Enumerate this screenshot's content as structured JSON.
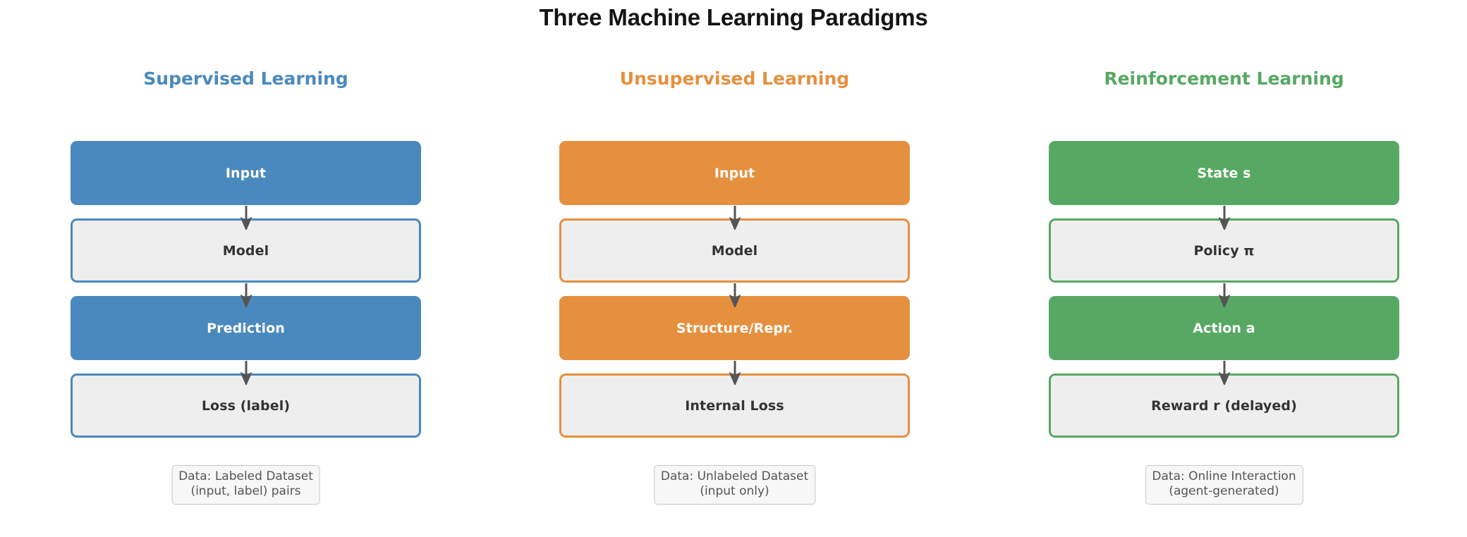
{
  "figure": {
    "title": "Three Machine Learning Paradigms",
    "background": "#ffffff",
    "title_color": "#141414"
  },
  "palette": {
    "supervised": "#4a89bd",
    "unsupervised": "#e5903f",
    "reinforcement": "#57a863",
    "box_fill_light": "#eeeeee",
    "box_text_dark": "#333333",
    "box_text_light": "#ffffff",
    "arrow": "#555555",
    "note_border": "#c8c8c8",
    "note_text": "#555555"
  },
  "columns": [
    {
      "id": "supervised",
      "title": "Supervised Learning",
      "color": "#4a89bd",
      "boxes": [
        {
          "label": "Input",
          "style": "filled"
        },
        {
          "label": "Model",
          "style": "outlined"
        },
        {
          "label": "Prediction",
          "style": "filled"
        },
        {
          "label": "Loss (label)",
          "style": "outlined"
        }
      ],
      "arrows": [
        "down-arrow",
        "down-arrow",
        "down-arrow"
      ],
      "note_line_1": "Data: Labeled Dataset",
      "note_line_2": "(input, label) pairs"
    },
    {
      "id": "unsupervised",
      "title": "Unsupervised Learning",
      "color": "#e5903f",
      "boxes": [
        {
          "label": "Input",
          "style": "filled"
        },
        {
          "label": "Model",
          "style": "outlined"
        },
        {
          "label": "Structure/Repr.",
          "style": "filled"
        },
        {
          "label": "Internal Loss",
          "style": "outlined"
        }
      ],
      "arrows": [
        "down-arrow",
        "down-arrow",
        "down-arrow"
      ],
      "note_line_1": "Data: Unlabeled Dataset",
      "note_line_2": "(input only)"
    },
    {
      "id": "reinforcement",
      "title": "Reinforcement Learning",
      "color": "#57a863",
      "boxes": [
        {
          "label": "State s",
          "style": "filled"
        },
        {
          "label": "Policy π",
          "style": "outlined"
        },
        {
          "label": "Action a",
          "style": "filled"
        },
        {
          "label": "Reward r (delayed)",
          "style": "outlined"
        }
      ],
      "arrows": [
        "down-arrow",
        "down-arrow",
        "down-arrow"
      ],
      "note_line_1": "Data: Online Interaction",
      "note_line_2": "(agent-generated)"
    }
  ]
}
